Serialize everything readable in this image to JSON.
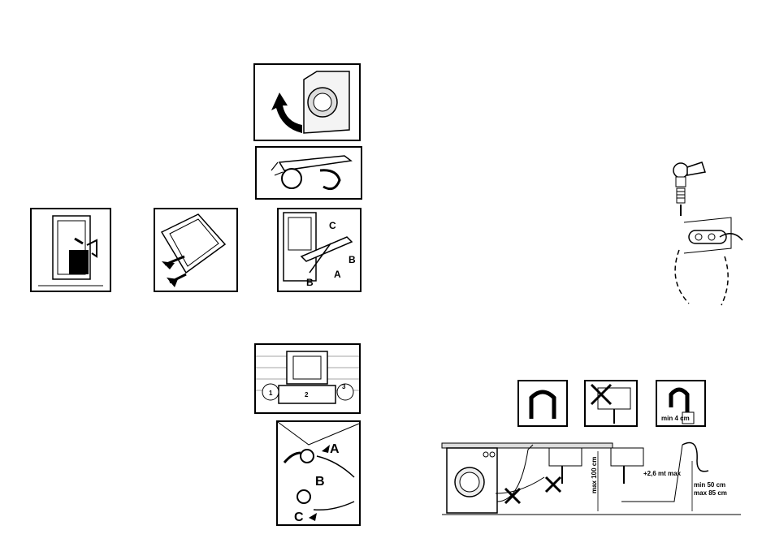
{
  "panel_remove_bolts": {
    "label_a": "A",
    "label_b1": "B",
    "label_b2": "B",
    "label_c": "C"
  },
  "panel_feet": {
    "label_1": "1",
    "label_2": "2",
    "label_3": "3"
  },
  "panel_hose_connect": {
    "label_a": "A",
    "label_b": "B",
    "label_c": "C"
  },
  "drain_diagram": {
    "max_height": "max 100 cm",
    "extension": "+2,6 mt max",
    "min_gap": "min 4 cm",
    "min_height": "min 50 cm",
    "max_85": "max 85 cm"
  }
}
